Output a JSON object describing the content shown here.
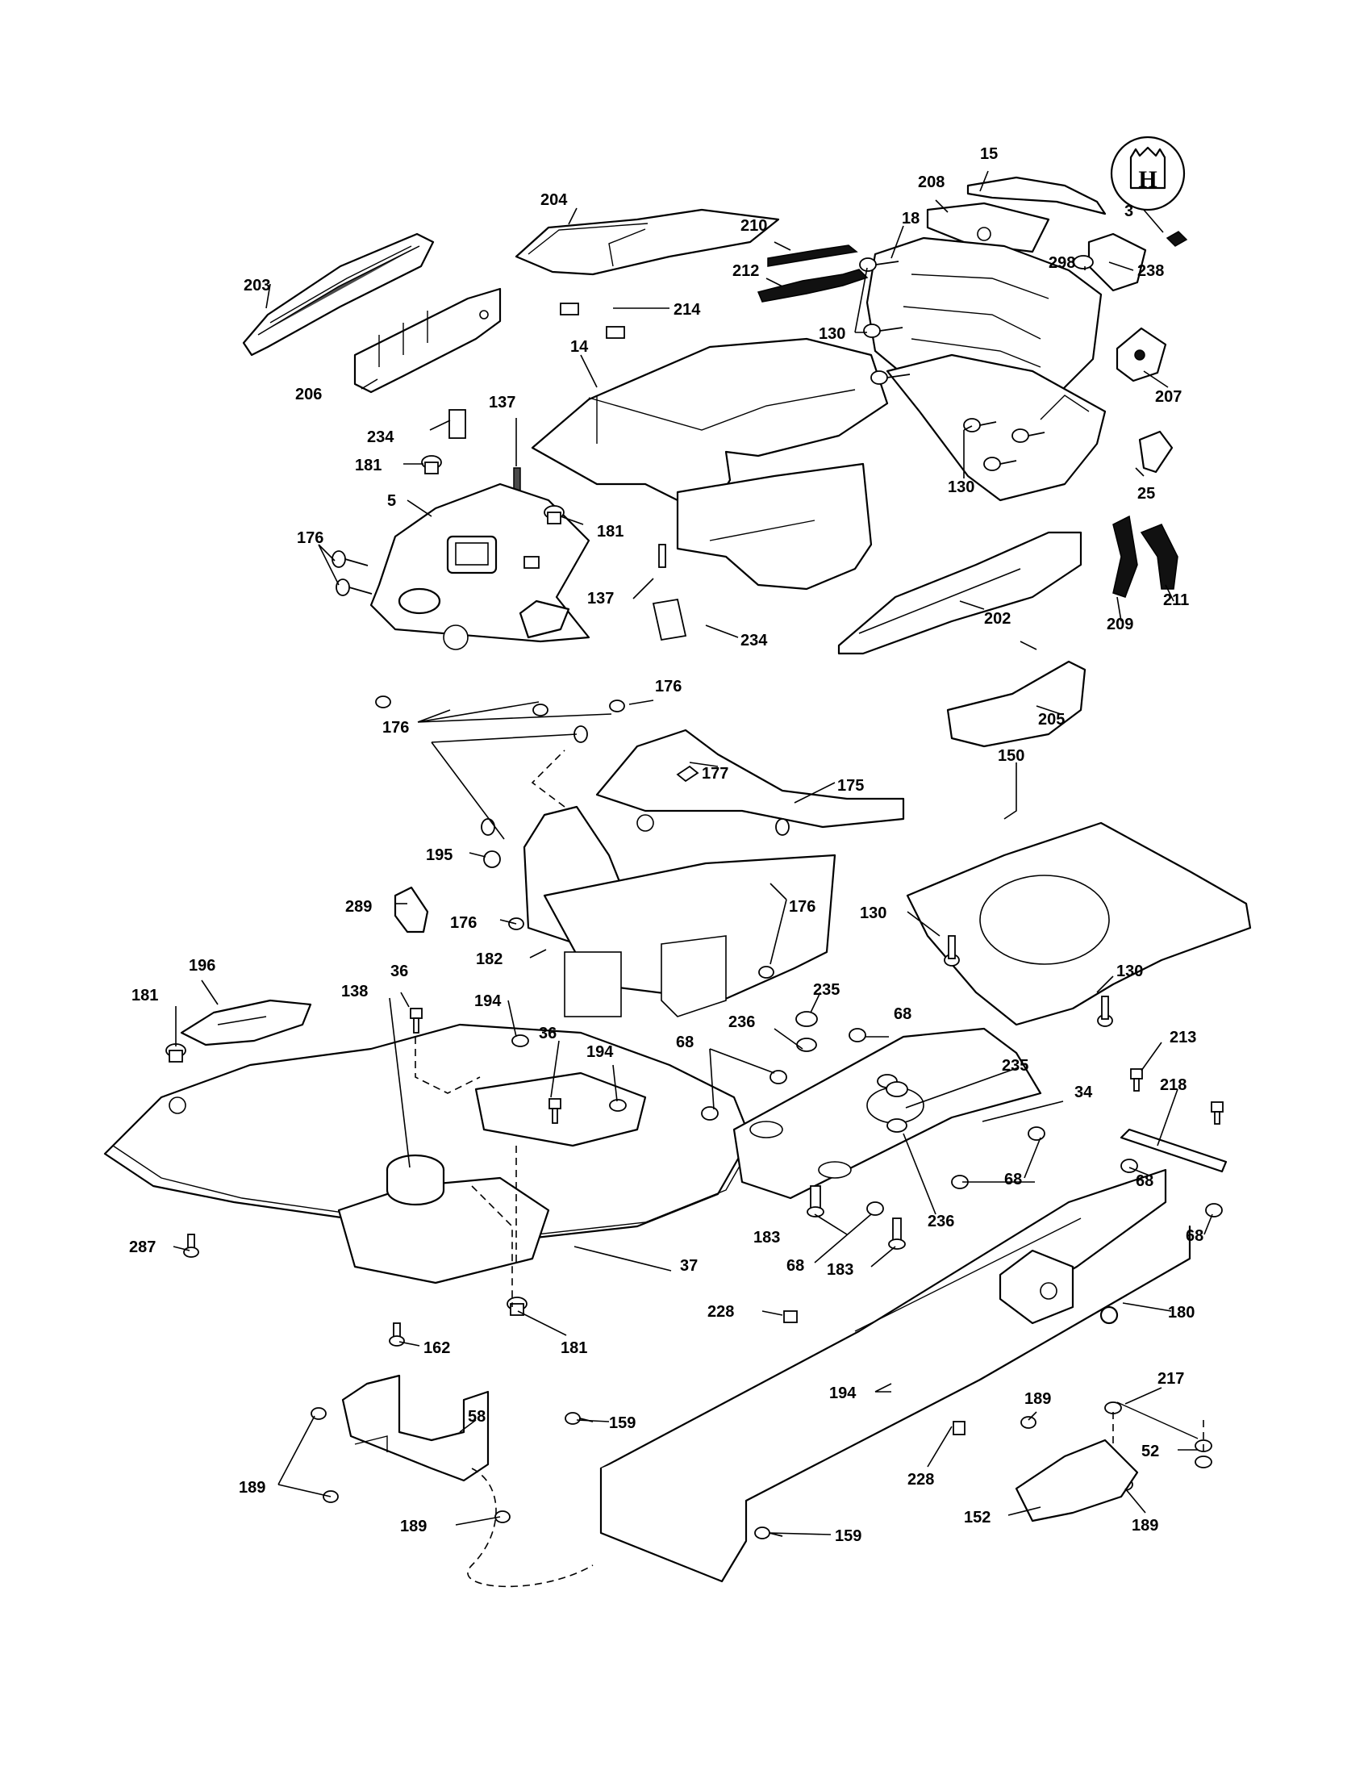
{
  "diagram": {
    "logo": {
      "text": "H",
      "icon": "husqvarna-crown-logo-icon"
    },
    "callouts": [
      {
        "id": "c15",
        "label": "15"
      },
      {
        "id": "c3",
        "label": "3"
      },
      {
        "id": "c208",
        "label": "208"
      },
      {
        "id": "c18",
        "label": "18"
      },
      {
        "id": "c204",
        "label": "204"
      },
      {
        "id": "c210",
        "label": "210"
      },
      {
        "id": "c212",
        "label": "212"
      },
      {
        "id": "c214",
        "label": "214"
      },
      {
        "id": "c298",
        "label": "298"
      },
      {
        "id": "c238",
        "label": "238"
      },
      {
        "id": "c203",
        "label": "203"
      },
      {
        "id": "c130a",
        "label": "130"
      },
      {
        "id": "c14",
        "label": "14"
      },
      {
        "id": "c207",
        "label": "207"
      },
      {
        "id": "c206",
        "label": "206"
      },
      {
        "id": "c137a",
        "label": "137"
      },
      {
        "id": "c234a",
        "label": "234"
      },
      {
        "id": "c181a",
        "label": "181"
      },
      {
        "id": "c130b",
        "label": "130"
      },
      {
        "id": "c25",
        "label": "25"
      },
      {
        "id": "c5",
        "label": "5"
      },
      {
        "id": "c181b",
        "label": "181"
      },
      {
        "id": "c176a",
        "label": "176"
      },
      {
        "id": "c137b",
        "label": "137"
      },
      {
        "id": "c209",
        "label": "209"
      },
      {
        "id": "c211",
        "label": "211"
      },
      {
        "id": "c202",
        "label": "202"
      },
      {
        "id": "c234b",
        "label": "234"
      },
      {
        "id": "c176b",
        "label": "176"
      },
      {
        "id": "c205",
        "label": "205"
      },
      {
        "id": "c176c",
        "label": "176"
      },
      {
        "id": "c150",
        "label": "150"
      },
      {
        "id": "c177",
        "label": "177"
      },
      {
        "id": "c175",
        "label": "175"
      },
      {
        "id": "c195",
        "label": "195"
      },
      {
        "id": "c289",
        "label": "289"
      },
      {
        "id": "c176d",
        "label": "176"
      },
      {
        "id": "c176e",
        "label": "176"
      },
      {
        "id": "c130c",
        "label": "130"
      },
      {
        "id": "c182",
        "label": "182"
      },
      {
        "id": "c130d",
        "label": "130"
      },
      {
        "id": "c196",
        "label": "196"
      },
      {
        "id": "c36a",
        "label": "36"
      },
      {
        "id": "c235a",
        "label": "235"
      },
      {
        "id": "c181c",
        "label": "181"
      },
      {
        "id": "c138",
        "label": "138"
      },
      {
        "id": "c194a",
        "label": "194"
      },
      {
        "id": "c68a",
        "label": "68"
      },
      {
        "id": "c236a",
        "label": "236"
      },
      {
        "id": "c36b",
        "label": "36"
      },
      {
        "id": "c213",
        "label": "213"
      },
      {
        "id": "c194b",
        "label": "194"
      },
      {
        "id": "c68b",
        "label": "68"
      },
      {
        "id": "c235b",
        "label": "235"
      },
      {
        "id": "c218",
        "label": "218"
      },
      {
        "id": "c34",
        "label": "34"
      },
      {
        "id": "c68c",
        "label": "68"
      },
      {
        "id": "c68d",
        "label": "68"
      },
      {
        "id": "c287",
        "label": "287"
      },
      {
        "id": "c183a",
        "label": "183"
      },
      {
        "id": "c236b",
        "label": "236"
      },
      {
        "id": "c68e",
        "label": "68"
      },
      {
        "id": "c68f",
        "label": "68"
      },
      {
        "id": "c37",
        "label": "37"
      },
      {
        "id": "c183b",
        "label": "183"
      },
      {
        "id": "c228a",
        "label": "228"
      },
      {
        "id": "c180",
        "label": "180"
      },
      {
        "id": "c162",
        "label": "162"
      },
      {
        "id": "c181d",
        "label": "181"
      },
      {
        "id": "c194c",
        "label": "194"
      },
      {
        "id": "c217",
        "label": "217"
      },
      {
        "id": "c189a",
        "label": "189"
      },
      {
        "id": "c58",
        "label": "58"
      },
      {
        "id": "c159a",
        "label": "159"
      },
      {
        "id": "c52",
        "label": "52"
      },
      {
        "id": "c228b",
        "label": "228"
      },
      {
        "id": "c189b",
        "label": "189"
      },
      {
        "id": "c152",
        "label": "152"
      },
      {
        "id": "c189c",
        "label": "189"
      },
      {
        "id": "c189d",
        "label": "189"
      },
      {
        "id": "c159b",
        "label": "159"
      }
    ]
  }
}
